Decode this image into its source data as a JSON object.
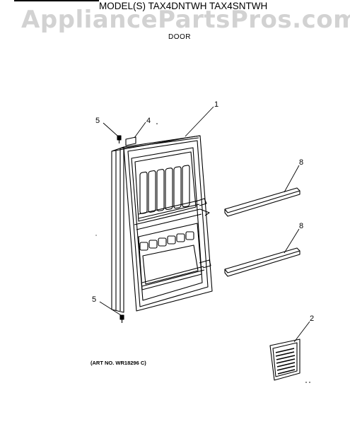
{
  "header": {
    "watermark": "AppliancePartsPros.com",
    "model_title": "MODEL(S) TAX4DNTWH  TAX4SNTWH",
    "section_title": "DOOR"
  },
  "callouts": [
    {
      "id": "c1",
      "label": "1"
    },
    {
      "id": "c4",
      "label": "4"
    },
    {
      "id": "c5a",
      "label": "5"
    },
    {
      "id": "c5b",
      "label": "5"
    },
    {
      "id": "c8a",
      "label": "8"
    },
    {
      "id": "c8b",
      "label": "8"
    },
    {
      "id": "c2",
      "label": "2"
    }
  ],
  "footer": {
    "art_number": "(ART NO. WR18296 C)"
  }
}
